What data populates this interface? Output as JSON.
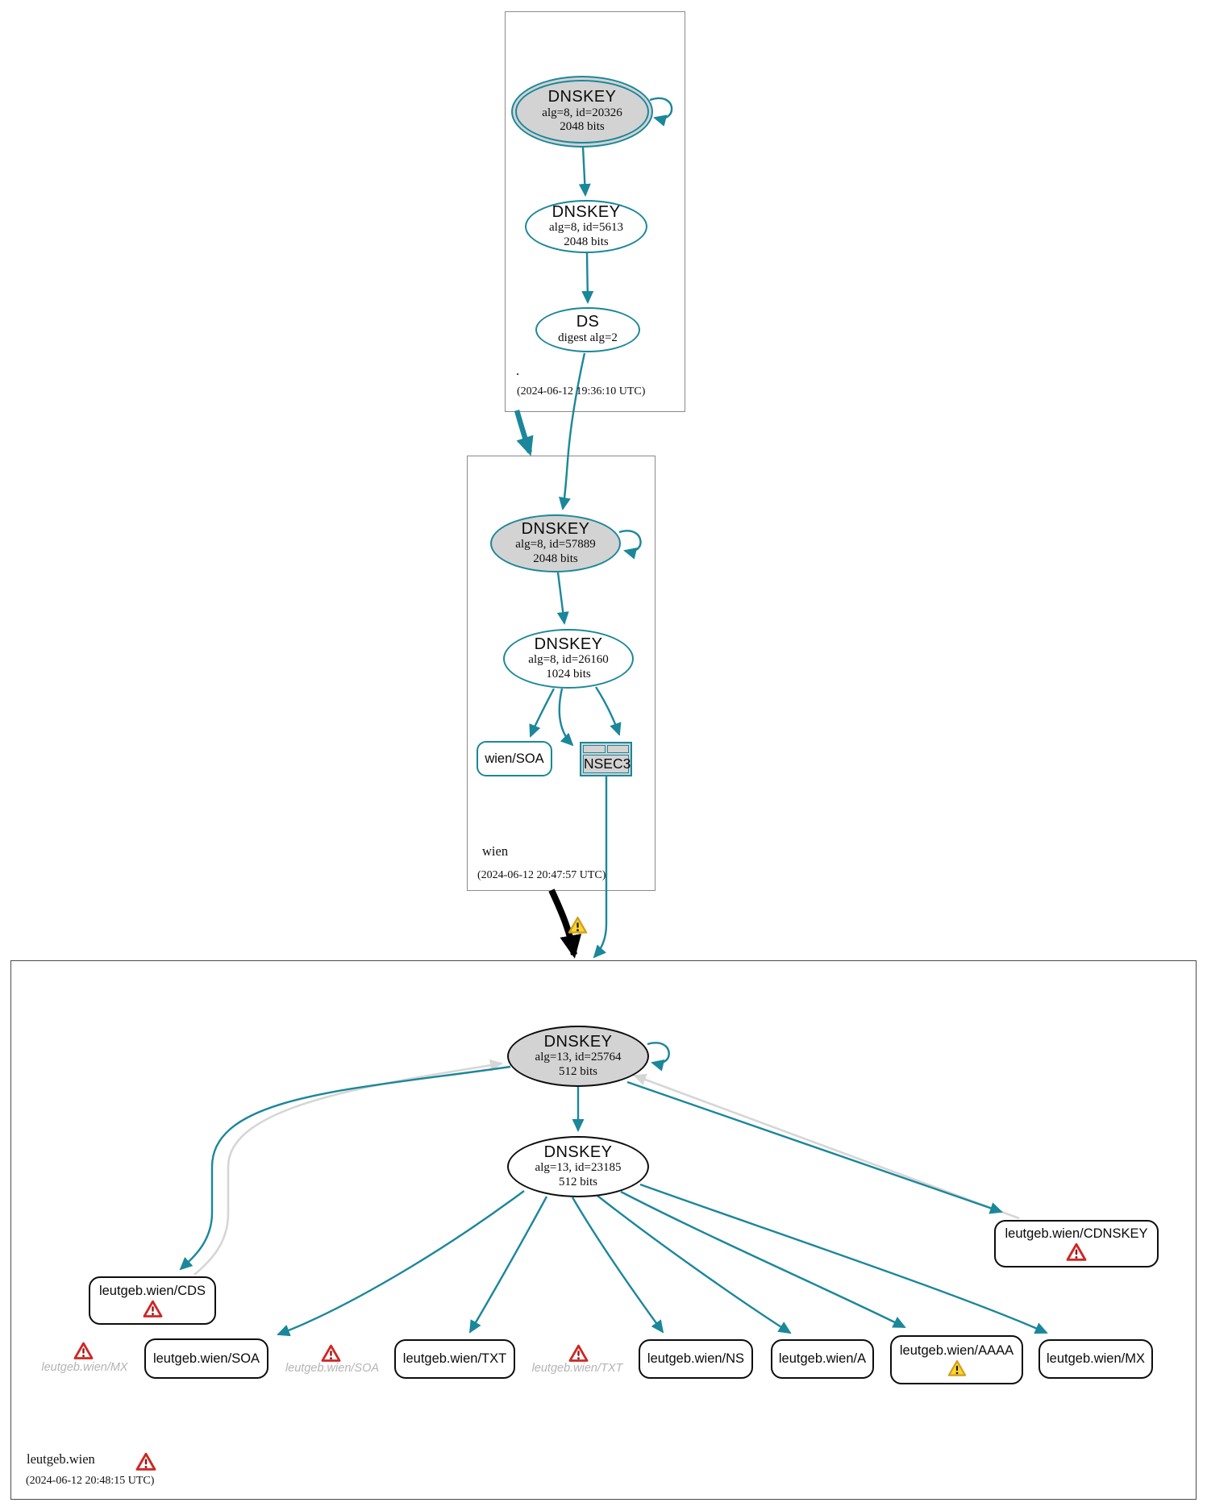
{
  "zones": {
    "root": {
      "label": ".",
      "timestamp": "(2024-06-12 19:36:10 UTC)",
      "ksk": {
        "title": "DNSKEY",
        "meta": "alg=8, id=20326",
        "bits": "2048 bits"
      },
      "zsk": {
        "title": "DNSKEY",
        "meta": "alg=8, id=5613",
        "bits": "2048 bits"
      },
      "ds": {
        "title": "DS",
        "meta": "digest alg=2"
      }
    },
    "wien": {
      "label": "wien",
      "timestamp": "(2024-06-12 20:47:57 UTC)",
      "ksk": {
        "title": "DNSKEY",
        "meta": "alg=8, id=57889",
        "bits": "2048 bits"
      },
      "zsk": {
        "title": "DNSKEY",
        "meta": "alg=8, id=26160",
        "bits": "1024 bits"
      },
      "soa": {
        "label": "wien/SOA"
      },
      "nsec3": {
        "label": "NSEC3"
      }
    },
    "leutgeb": {
      "label": "leutgeb.wien",
      "timestamp": "(2024-06-12 20:48:15 UTC)",
      "ksk": {
        "title": "DNSKEY",
        "meta": "alg=13, id=25764",
        "bits": "512 bits"
      },
      "zsk": {
        "title": "DNSKEY",
        "meta": "alg=13, id=23185",
        "bits": "512 bits"
      },
      "records": {
        "cds": "leutgeb.wien/CDS",
        "cdnskey": "leutgeb.wien/CDNSKEY",
        "soa": "leutgeb.wien/SOA",
        "txt": "leutgeb.wien/TXT",
        "ns": "leutgeb.wien/NS",
        "a": "leutgeb.wien/A",
        "aaaa": "leutgeb.wien/AAAA",
        "mx": "leutgeb.wien/MX"
      },
      "ghosts": {
        "mx": "leutgeb.wien/MX",
        "soa": "leutgeb.wien/SOA",
        "txt": "leutgeb.wien/TXT"
      }
    }
  },
  "colors": {
    "secure_edge_teal": "#1b879a",
    "node_fill_gray": "#d3d3d3",
    "error_red": "#cf2724",
    "warning_yellow": "#ffd52e",
    "ghost_text_gray": "#b4b4b4",
    "bogus_edge_black": "#000000"
  }
}
